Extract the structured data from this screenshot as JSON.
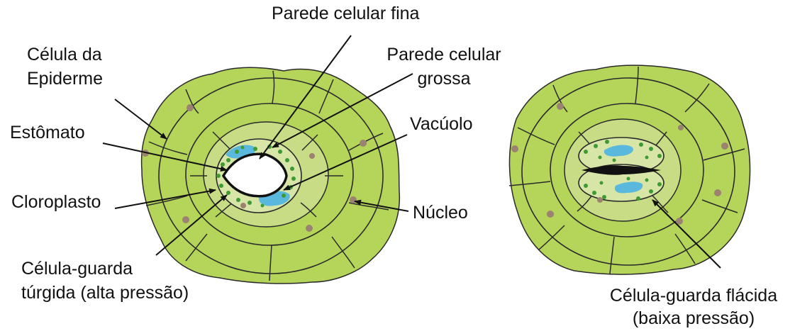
{
  "labels": {
    "parede_fina": "Parede celular fina",
    "celula_epiderme_1": "Célula da",
    "celula_epiderme_2": "Epiderme",
    "parede_grossa_1": "Parede celular",
    "parede_grossa_2": "grossa",
    "estomato": "Estômato",
    "vacuolo": "Vacúolo",
    "cloroplasto": "Cloroplasto",
    "nucleo": "Núcleo",
    "turgida_1": "Célula-guarda",
    "turgida_2": "túrgida (alta pressão)",
    "flacida_1": "Célula-guarda flácida",
    "flacida_2": "(baixa pressão)"
  },
  "colors": {
    "tissue": "#b5d45a",
    "tissue_light": "#c7dc84",
    "guard_cell": "#d7e6a7",
    "chloroplast": "#3f9a34",
    "vacuole": "#59b8dc",
    "nucleus": "#9c8270",
    "outline": "#2a2a2a"
  }
}
